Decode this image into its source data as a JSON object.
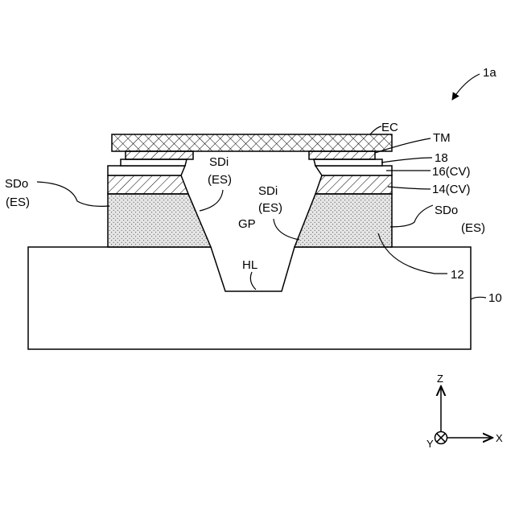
{
  "figure": {
    "ref": "1a",
    "labels": {
      "ec": "EC",
      "tm": "TM",
      "l18": "18",
      "l16": "16(CV)",
      "l14": "14(CV)",
      "sdo_left": "SDo",
      "es_left": "(ES)",
      "sdi_left": "SDi",
      "es_sdi_left": "(ES)",
      "sdi_right": "SDi",
      "es_sdi_right": "(ES)",
      "gp": "GP",
      "sdo_right": "SDo",
      "es_right": "(ES)",
      "hl": "HL",
      "l12": "12",
      "l10": "10"
    },
    "axes": {
      "z": "Z",
      "x": "X",
      "y": "Y"
    }
  }
}
